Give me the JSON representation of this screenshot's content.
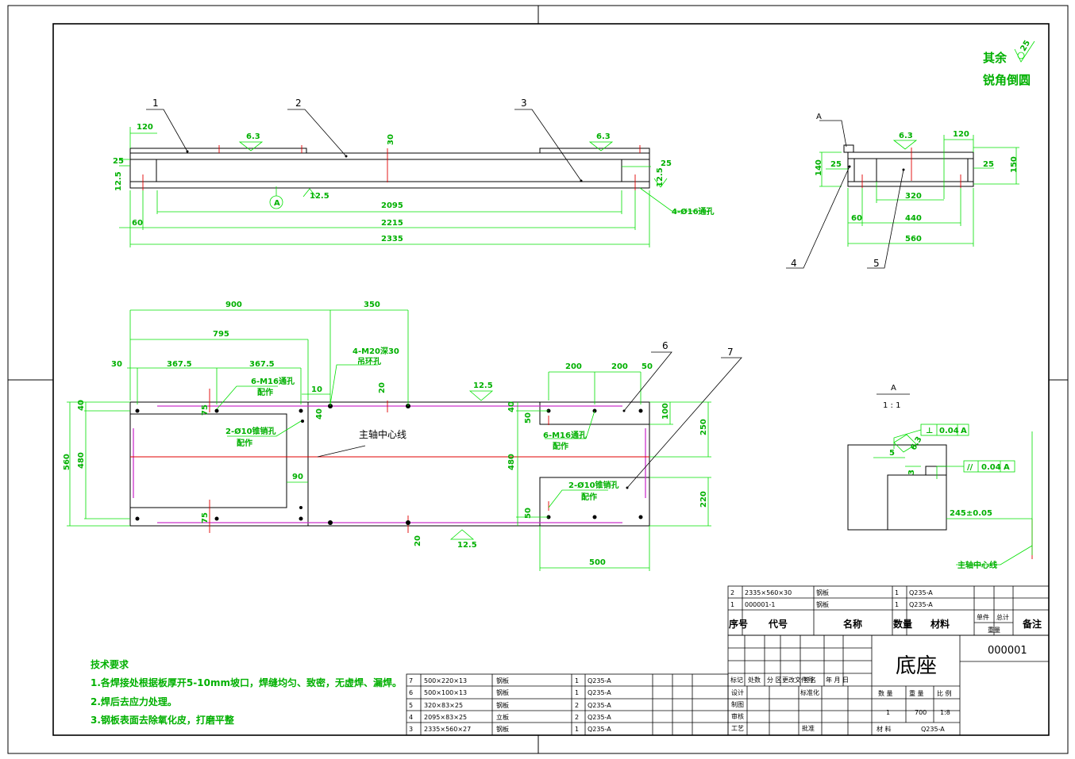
{
  "drawing": {
    "title_block": {
      "part_name": "底座",
      "drawing_number": "000001",
      "headers": {
        "seq": "序号",
        "code": "代号",
        "name": "名称",
        "qty": "数量",
        "material": "材料",
        "unit_weight": "单件",
        "total_weight": "总计",
        "weight": "重量",
        "remarks": "备注"
      },
      "sign_row": [
        "标记",
        "处数",
        "分 区",
        "更改文件号",
        "签名",
        "年 月 日"
      ],
      "design": "设计",
      "standard": "标准化",
      "drafting": "制图",
      "review": "审核",
      "process": "工艺",
      "approve": "批准",
      "labels": {
        "qty": "数 量",
        "weight": "重 量",
        "scale": "比 例",
        "material": "材 料"
      },
      "values": {
        "qty": "1",
        "weight": "700",
        "scale": "1:8",
        "material": "Q235-A"
      }
    },
    "bom_upper": [
      {
        "no": "2",
        "code": "2335×560×30",
        "name": "钢板",
        "qty": "1",
        "material": "Q235-A"
      },
      {
        "no": "1",
        "code": "000001-1",
        "name": "钢板",
        "qty": "1",
        "material": "Q235-A"
      }
    ],
    "bom_lower": [
      {
        "no": "7",
        "code": "500×220×13",
        "name": "钢板",
        "qty": "1",
        "material": "Q235-A"
      },
      {
        "no": "6",
        "code": "500×100×13",
        "name": "钢板",
        "qty": "1",
        "material": "Q235-A"
      },
      {
        "no": "5",
        "code": "320×83×25",
        "name": "钢板",
        "qty": "2",
        "material": "Q235-A"
      },
      {
        "no": "4",
        "code": "2095×83×25",
        "name": "立板",
        "qty": "2",
        "material": "Q235-A"
      },
      {
        "no": "3",
        "code": "2335×560×27",
        "name": "钢板",
        "qty": "1",
        "material": "Q235-A"
      }
    ],
    "tech_notes": {
      "title": "技术要求",
      "items": [
        "1.各焊接处根据板厚开5-10mm坡口，焊缝均匀、致密，无虚焊、漏焊。",
        "2.焊后去应力处理。",
        "3.钢板表面去除氧化皮，打磨平整"
      ]
    },
    "surface_note": {
      "line1": "其余",
      "line2": "锐角倒圆",
      "roughness": "25"
    },
    "front_view": {
      "balloons": [
        "1",
        "2",
        "3"
      ],
      "dims": {
        "d120": "120",
        "d25": "25",
        "d30": "30",
        "d25r": "25",
        "d60": "60",
        "d2095": "2095",
        "d2215": "2215",
        "d2335": "2335",
        "d12_5a": "12.5",
        "d12_5b": "12.5",
        "d12_5c": "12.5",
        "r6_3a": "6.3",
        "r6_3b": "6.3"
      },
      "hole_note": "4-Ø16通孔",
      "section_mark": "A"
    },
    "side_view": {
      "balloons": [
        "4",
        "5"
      ],
      "section_mark": "A",
      "dims": {
        "d140": "140",
        "d25l": "25",
        "d6_3": "6.3",
        "d120": "120",
        "d25r": "25",
        "d150": "150",
        "d320": "320",
        "d60": "60",
        "d440": "440",
        "d560": "560"
      }
    },
    "plan_view": {
      "balloons": [
        "6",
        "7"
      ],
      "dims": {
        "d900": "900",
        "d350": "350",
        "d795": "795",
        "d30": "30",
        "d367_5a": "367.5",
        "d367_5b": "367.5",
        "d10": "10",
        "d20a": "20",
        "d12_5a": "12.5",
        "d200a": "200",
        "d200b": "200",
        "d50": "50",
        "d40a": "40",
        "d75a": "75",
        "d40b": "40",
        "d40c": "40",
        "d50b": "50",
        "d100": "100",
        "d560": "560",
        "d480a": "480",
        "d480b": "480",
        "d250": "250",
        "d90": "90",
        "d220": "220",
        "d75b": "75",
        "d50c": "50",
        "d20b": "20",
        "d12_5b": "12.5",
        "d500": "500"
      },
      "notes": {
        "m20": "4-M20深30",
        "m20b": "吊环孔",
        "m16a": "6-M16通孔",
        "m16a_b": "配作",
        "pin_a": "2-Ø10锥销孔",
        "pin_a_b": "配作",
        "m16b": "6-M16通孔",
        "m16b_b": "配作",
        "pin_b": "2-Ø10锥销孔",
        "pin_b_b": "配作",
        "axis": "主轴中心线"
      }
    },
    "detail_a": {
      "title": "A",
      "scale": "1 : 1",
      "tol1": "0.04",
      "datum1": "A",
      "tol2": "0.04",
      "datum2": "A",
      "d5": "5",
      "d3": "3",
      "r6_3": "6.3",
      "d245": "245±0.05",
      "axis": "主轴中心线"
    }
  }
}
